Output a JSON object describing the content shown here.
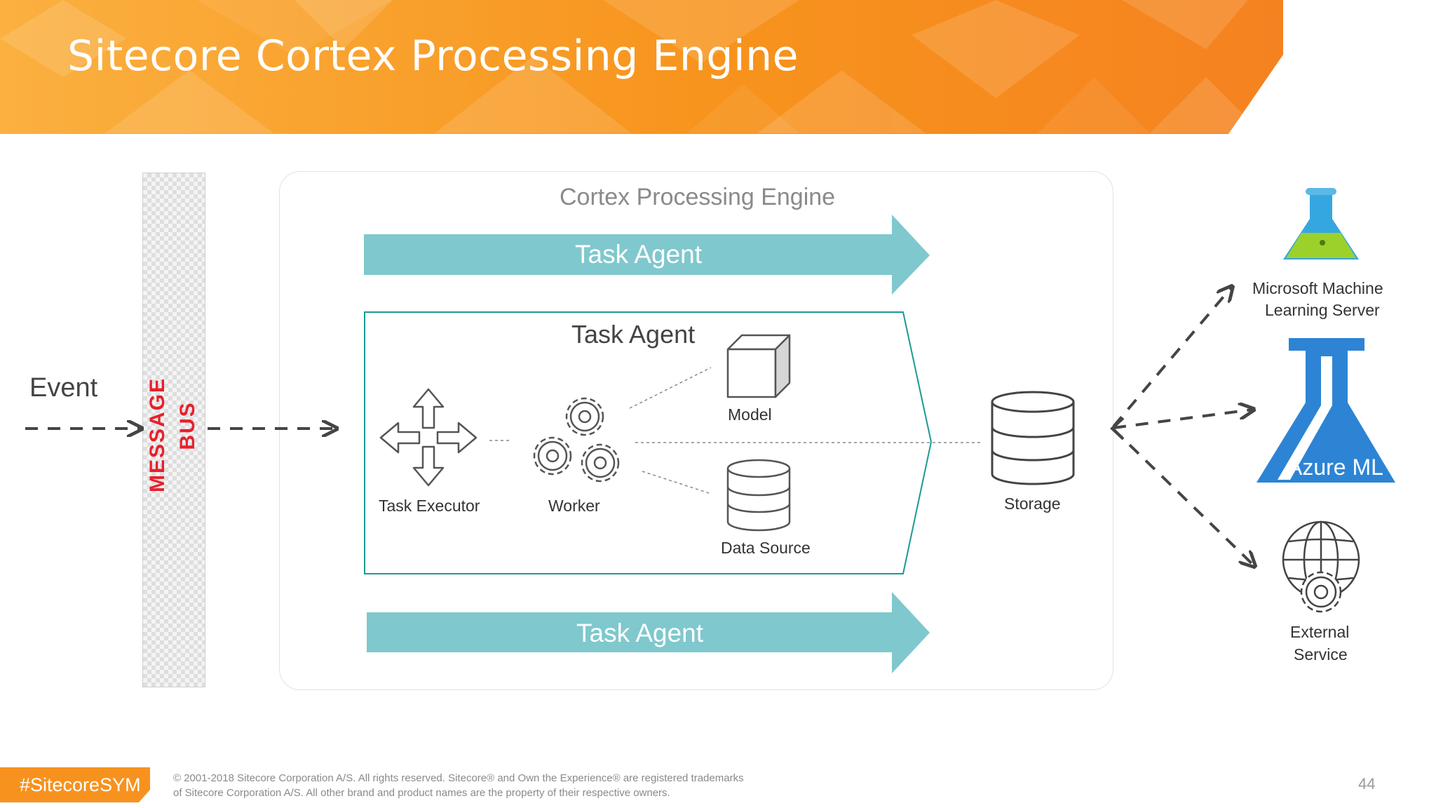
{
  "slide": {
    "title": "Sitecore Cortex Processing Engine",
    "page_number": "44"
  },
  "message_bus": {
    "line1": "MESSAGE",
    "line2": "BUS",
    "color": "#e8202a"
  },
  "event_label": "Event",
  "engine": {
    "title": "Cortex Processing Engine",
    "task_agent_top": "Task Agent",
    "task_agent_bottom": "Task Agent",
    "task_agent_middle": {
      "title": "Task Agent",
      "task_executor": "Task Executor",
      "worker": "Worker",
      "model": "Model",
      "data_source": "Data Source"
    }
  },
  "storage_label": "Storage",
  "services": {
    "ml_server": {
      "line1": "Microsoft Machine",
      "line2": "Learning Server"
    },
    "azure_ml": "Azure ML",
    "external": {
      "line1": "External",
      "line2": "Service"
    }
  },
  "footer": {
    "tag": "#SitecoreSYM",
    "copyright_line1": "© 2001-2018 Sitecore Corporation A/S. All rights reserved. Sitecore® and Own the Experience® are registered trademarks",
    "copyright_line2": "of Sitecore Corporation A/S. All other brand and product names are the property of their respective owners."
  },
  "colors": {
    "banner_orange": "#f7941d",
    "teal_arrow": "#7fc8cd",
    "teal_border": "#1a9a93",
    "azure_blue": "#2d84d4",
    "flask_blue": "#35a7e0"
  }
}
